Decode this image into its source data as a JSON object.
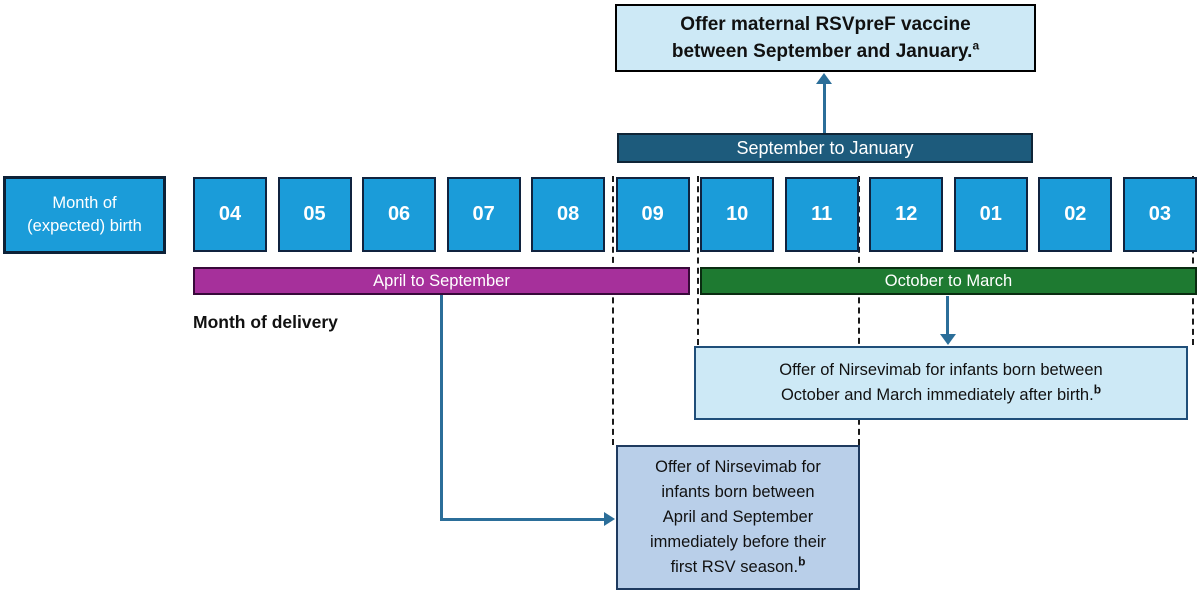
{
  "maternal_offer_box": {
    "line1": "Offer maternal RSVpreF vaccine",
    "line2": "between September and January.",
    "footnote_marker": "a"
  },
  "maternal_window_bar": {
    "label": "September to January"
  },
  "birth_month_box": {
    "line1": "Month of",
    "line2": "(expected) birth"
  },
  "months": [
    "04",
    "05",
    "06",
    "07",
    "08",
    "09",
    "10",
    "11",
    "12",
    "01",
    "02",
    "03"
  ],
  "delivery_window_bars": {
    "april_to_september": "April to September",
    "october_to_march": "October to March"
  },
  "delivery_axis_label": "Month of delivery",
  "nirsevimab_autumn_box": {
    "line1": "Offer of Nirsevimab for infants born between",
    "line2": "October and March immediately after birth.",
    "footnote_marker": "b"
  },
  "nirsevimab_spring_box": {
    "line1": "Offer of Nirsevimab for",
    "line2": "infants born between",
    "line3": "April and September",
    "line4": "immediately before their",
    "line5": "first RSV season.",
    "footnote_marker": "b"
  },
  "colors": {
    "month_blue": "#1B9CD9",
    "maternal_window_teal": "#1D5B7C",
    "april_september_magenta": "#A6309B",
    "october_march_green": "#1E7A31",
    "info_box_light_blue": "#CDE9F6",
    "spring_box_steel_blue": "#B9CFE9",
    "arrow_teal": "#2B6E99"
  }
}
